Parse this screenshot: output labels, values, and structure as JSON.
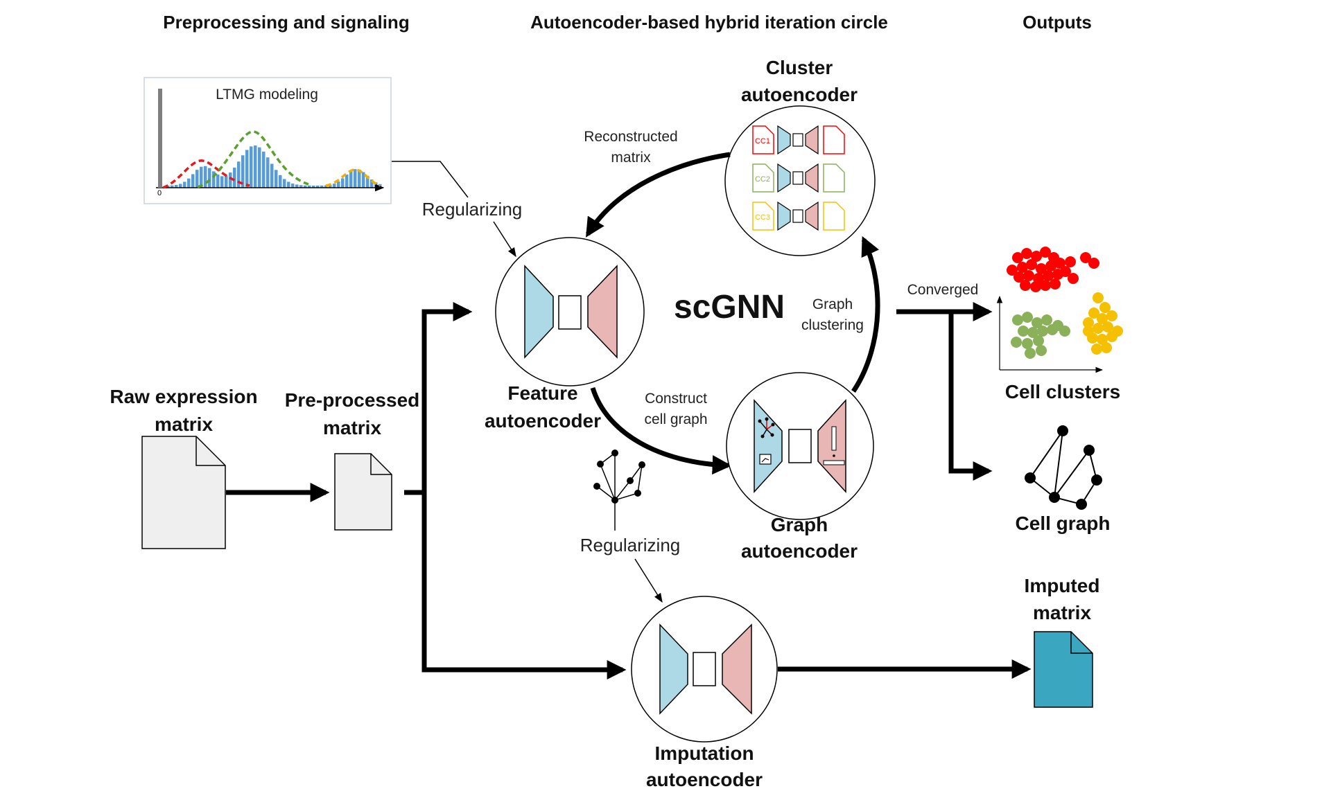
{
  "headers": {
    "preprocessing": "Preprocessing and signaling",
    "circle": "Autoencoder-based hybrid iteration circle",
    "outputs": "Outputs"
  },
  "ltmg": {
    "title": "LTMG modeling",
    "zero": "0"
  },
  "labels": {
    "raw_matrix": [
      "Raw expression",
      "matrix"
    ],
    "preprocessed_matrix": [
      "Pre-processed",
      "matrix"
    ],
    "regularizing_top": "Regularizing",
    "regularizing_bottom": "Regularizing",
    "feature_autoencoder": [
      "Feature",
      "autoencoder"
    ],
    "cluster_autoencoder": [
      "Cluster",
      "autoencoder"
    ],
    "graph_autoencoder": [
      "Graph",
      "autoencoder"
    ],
    "imputation_autoencoder": [
      "Imputation",
      "autoencoder"
    ],
    "reconstructed_matrix": [
      "Reconstructed",
      "matrix"
    ],
    "graph_clustering": [
      "Graph",
      "clustering"
    ],
    "construct_cell_graph": [
      "Construct",
      "cell graph"
    ],
    "scgnn": "scGNN",
    "converged": "Converged",
    "cell_clusters": "Cell clusters",
    "cell_graph": "Cell graph",
    "imputed_matrix": [
      "Imputed",
      "matrix"
    ]
  },
  "cluster_tags": [
    "CC1",
    "CC2",
    "CC3"
  ],
  "colors": {
    "encoder": "#add8e6",
    "decoder": "#e8b7b5",
    "cluster_red": "#ff0000",
    "cluster_green": "#8ab05a",
    "cluster_yellow": "#f5c000",
    "imputed_doc": "#3aa6c0",
    "histogram_bar": "#5b9bd5",
    "doc_fill": "#efefef"
  }
}
